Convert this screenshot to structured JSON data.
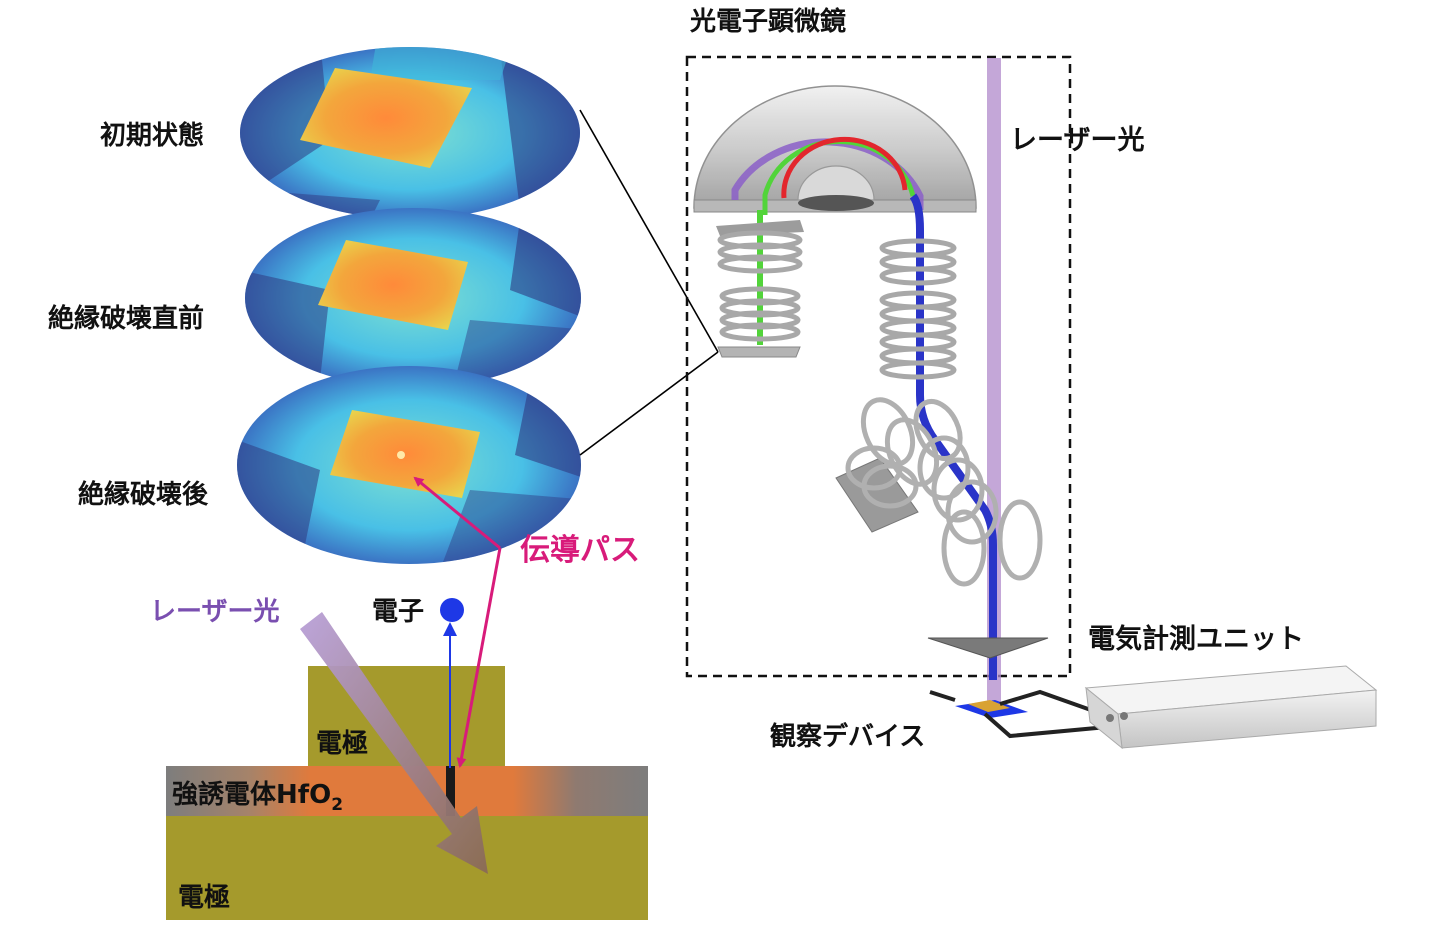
{
  "labels": {
    "state_initial": "初期状態",
    "state_before_breakdown": "絶縁破壊直前",
    "state_after_breakdown": "絶縁破壊後",
    "conduction_path": "伝導パス",
    "laser_left": "レーザー光",
    "electron": "電子",
    "top_electrode": "電極",
    "ferroelectric_base": "強誘電体HfO",
    "ferroelectric_sub": "2",
    "bottom_electrode": "電極",
    "microscope": "光電子顕微鏡",
    "laser_right": "レーザー光",
    "measurement_unit": "電気計測ユニット",
    "device": "観察デバイス"
  },
  "colors": {
    "electrode": "#a59a2c",
    "hfo2": "#e07a3c",
    "gray_layer": "#7d7d7d",
    "conduction_path": "#d81b7a",
    "electron": "#1e38e6",
    "laser": "#b08acb",
    "red_path": "#e3262d",
    "green_path": "#52d43a",
    "purple_path": "#8b5fc8",
    "blue_path": "#2a34c8"
  }
}
